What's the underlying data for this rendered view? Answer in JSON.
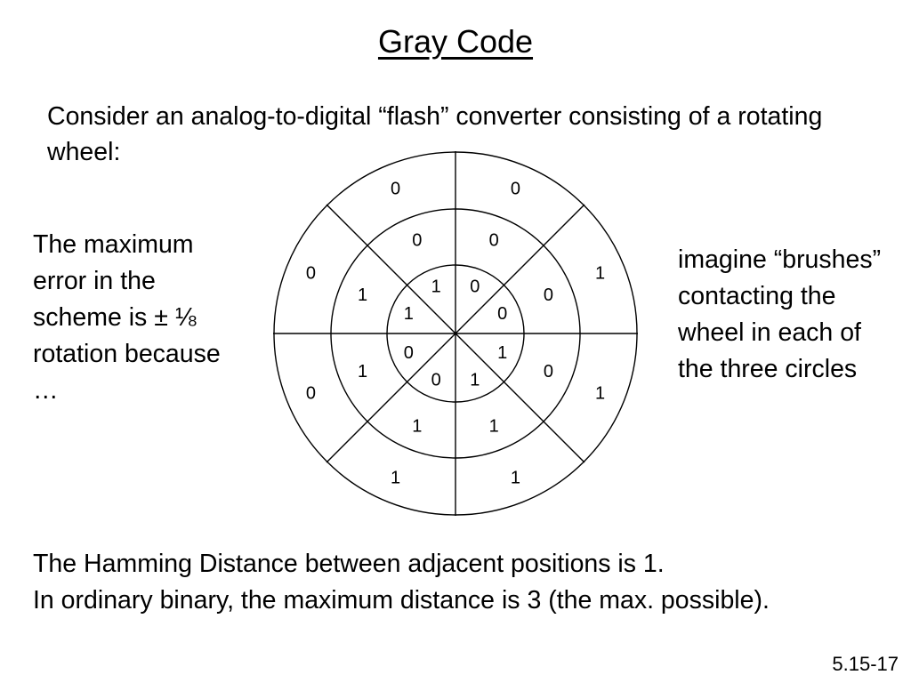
{
  "slide": {
    "title": "Gray Code",
    "intro": "Consider an analog-to-digital “flash” converter consisting of a rotating wheel:",
    "left_note": "The maximum error in the scheme is ± ⅛ rotation because …",
    "right_note": "imagine “brushes” contacting the wheel in each of the three circles",
    "bottom_line_1": "The Hamming Distance between adjacent positions is 1.",
    "bottom_line_2": "In ordinary binary, the maximum distance is 3 (the max. possible).",
    "slide_number": "5.15-17"
  },
  "wheel": {
    "sectors": [
      {
        "outer": "0",
        "middle": "0",
        "inner": "1"
      },
      {
        "outer": "0",
        "middle": "0",
        "inner": "0"
      },
      {
        "outer": "1",
        "middle": "0",
        "inner": "0"
      },
      {
        "outer": "1",
        "middle": "0",
        "inner": "1"
      },
      {
        "outer": "1",
        "middle": "1",
        "inner": "1"
      },
      {
        "outer": "1",
        "middle": "1",
        "inner": "0"
      },
      {
        "outer": "0",
        "middle": "1",
        "inner": "0"
      },
      {
        "outer": "0",
        "middle": "1",
        "inner": "1"
      }
    ]
  }
}
